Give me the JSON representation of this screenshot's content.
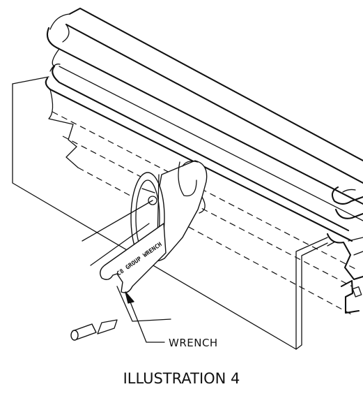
{
  "labels": {
    "wrench": "WRENCH",
    "caption": "ILLUSTRATION 4",
    "handle_imprint": "C8 GROUP WRENCH"
  },
  "colors": {
    "line": "#111111",
    "background": "#ffffff"
  }
}
